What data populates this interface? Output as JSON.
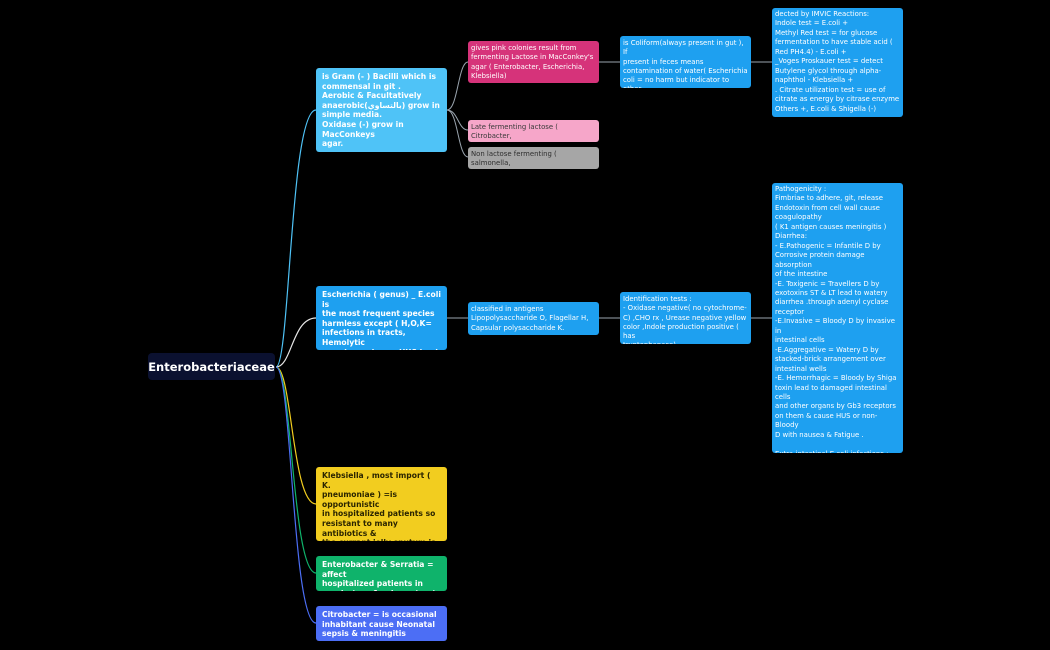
{
  "root": {
    "label": "Enterobacteriaceae"
  },
  "colors": {
    "background": "#000000",
    "root_fill": "#0b1130",
    "sky": "#4fc3f7",
    "blue": "#1ea0f0",
    "magenta": "#d6337a",
    "pink": "#f6a6c9",
    "gray": "#a6a6a6",
    "yellow": "#f2cd1f",
    "green": "#0fb36b",
    "indigo": "#4c6ef5"
  },
  "branches": [
    {
      "text": "is Gram (- ) Bacilli which is\ncommensal in git .\nAerobic & Facultatively\nanaerobic(بالتساوي) grow in\nsimple media.\nOxidase (-) grow in MacConkeys\nagar.",
      "color": "#4fc3f7",
      "children": [
        {
          "text": "gives pink colonies result from\nfermenting Lactose   in MacConkey's\nagar ( Enterobacter, Escherichia,\nKlebsiella)",
          "color": "#d6337a",
          "text_color": "#ffffff",
          "children": [
            {
              "text": " is Coliform(always present in gut ), If\npresent in feces means\ncontamination of water( Escherichia\ncoli = no harm but indicator to other\npathogens )",
              "children": [
                {
                  "text": "dected by IMVIC Reactions:\nIndole test =  E.coli +\nMethyl Red test =  for glucose\nfermentation to have stable acid (\nRed PH4.4) - E.coli +\n_Voges Proskauer test = detect\nButylene glycol  through alpha-\nnaphthol - Klebsiella +\n. Citrate utilization test = use of\ncitrate as energy by citrase enzyme\nOthers +, E.coli & Shigella (-)"
                }
              ]
            }
          ]
        },
        {
          "text": "Late fermenting lactose ( Citrobacter,\nSerratia)",
          "color": "#f6a6c9",
          "text_color": "#3a3a3a"
        },
        {
          "text": "Non lactose fermenting ( salmonella,\nshigella,proteus,....)",
          "color": "#a6a6a6",
          "text_color": "#2e2e2e"
        }
      ]
    },
    {
      "text": " Escherichia ( genus) _ E.coli is\nthe most frequent species\nharmless except ( H,O,K=\ninfections in tracts, Hemolytic\nuremic syndrome HUS lead to\nKidney   failure",
      "color": "#1ea0f0",
      "children": [
        {
          "text": "classified in antigens\nLipopolysaccharide O, Flagellar H,\nCapsular polysaccharide K.",
          "color": "#1ea0f0",
          "text_color": "#ffffff",
          "children": [
            {
              "text": "Identification tests :\n- Oxidase negative( no cytochrome-\nC) ,CHO rx , Urease negative yellow\ncolor ,Indole production positive ( has\ntryptophanase)",
              "children": [
                {
                  "text": "Pathogenicity :\nFimbriae to adhere, git, release\nEndotoxin from cell wall cause\ncoagulopathy\n( K1 antigen causes meningitis )\nDiarrhea:\n- E.Pathogenic = Infantile D by\nCorrosive protein damage absorption\nof the intestine\n-E. Toxigenic   = Travellers D  by\nexotoxins ST & LT lead to watery\ndiarrhea .through adenyl cyclase\nreceptor\n-E.Invasive  = Bloody D by invasive in\nintestinal cells\n-E.Aggregative = Watery D by\nstacked-brick arrangement over\nintestinal wells\n-E. Hemorrhagic    = Bloody by Shiga\ntoxin lead to damaged intestinal cells\nand other organs by Gb3 receptors\non them  & cause HUS or non-Bloody\nD with nausea & Fatigue .\n\nExtra-intestinal E.coli infections :\n- Neonatal Meningitis NMEC/MAEC\n- Uropathogenic UPEC  by pili to\ninvasive bladder cells"
                }
              ]
            }
          ]
        }
      ]
    },
    {
      "text": "Klebsiella , most import ( K.\npneumoniae  ) =is opportunistic\nin hospitalized patients so\nresistant to many antibiotics &\nthe currant jelly sputum is the\nmark of infection  pneumonia  (\nserious infection)",
      "color": "#f2cd1f",
      "text_color": "#2b2500"
    },
    {
      "text": "Enterobacter & Serratia = affect\nhospitalized patients in\nrespiratory & urinary tracts",
      "color": "#0fb36b"
    },
    {
      "text": "Citrobacter = is occasional\ninhabitant  cause Neonatal\nsepsis & meningitis",
      "color": "#4c6ef5"
    }
  ]
}
